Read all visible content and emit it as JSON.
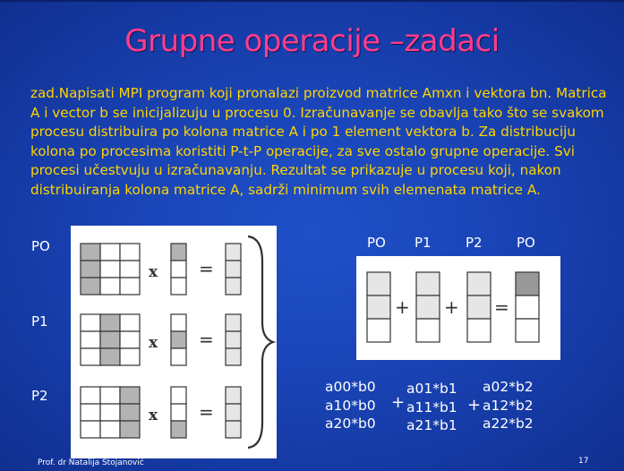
{
  "slide": {
    "title": "Grupne operacije –zadaci",
    "task_text": "zad.Napisati MPI program koji pronalazi proizvod matrice Amxn i vektora bn. Matrica A i vector b se inicijalizuju u procesu 0. Izračunavanje se obavlja tako što se svakom procesu distribuira po kolona matrice A i po 1 element vektora b. Za distribuciju kolona po procesima koristiti P-t-P operacije, za sve ostalo grupne operacije. Svi procesi učestvuju u izračunavanju. Rezultat se prikazuje u procesu koji, nakon distribuiranja kolona matrice A, sadrži minimum svih elemenata matrice A.",
    "process_labels_left": [
      "PO",
      "P1",
      "P2"
    ],
    "process_labels_right": [
      "PO",
      "P1",
      "P2",
      "PO"
    ],
    "multiply_symbol": "x",
    "equals_symbol": "=",
    "plus_symbol": "+",
    "formulas": {
      "col0": [
        "a00*b0",
        "a10*b0",
        "a20*b0"
      ],
      "col1": [
        "a01*b1",
        "a11*b1",
        "a21*b1"
      ],
      "col2": [
        "a02*b2",
        "a12*b2",
        "a22*b2"
      ]
    },
    "footer_author": "Prof. dr Natalija Stojanović",
    "page_number": "17"
  },
  "colors": {
    "background": "#1a45b8",
    "title": "#ff3d8b",
    "body_text": "#ffd400",
    "label_text": "#ffffff",
    "shaded_cell": "#b3b3b3",
    "light_cell": "#e6e6e6"
  }
}
